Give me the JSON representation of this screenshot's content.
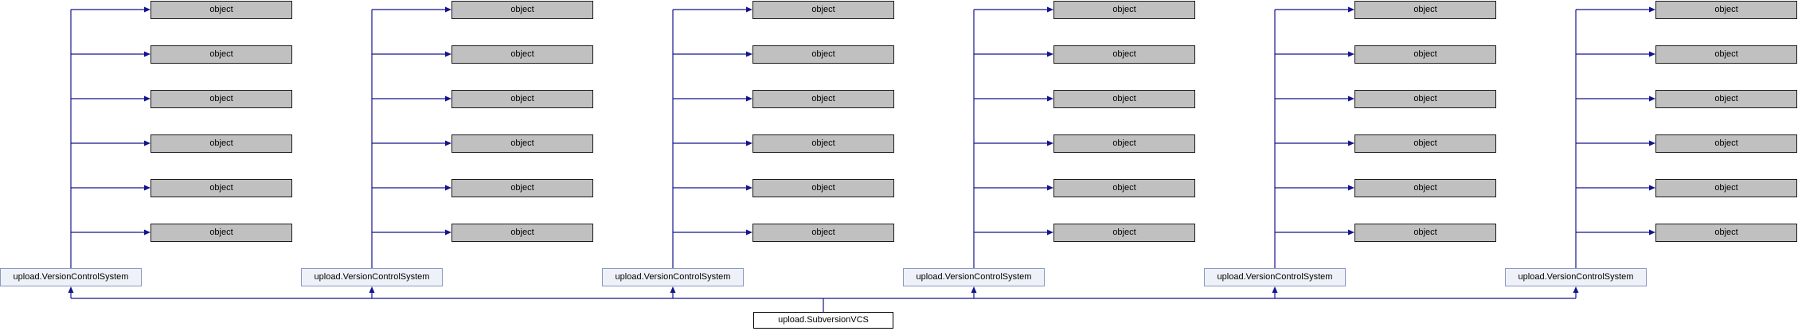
{
  "diagram": {
    "type": "class-inheritance-graph",
    "root": {
      "label": "upload.SubversionVCS"
    },
    "groups": [
      {
        "label": "upload.VersionControlSystem",
        "objects": [
          "object",
          "object",
          "object",
          "object",
          "object",
          "object"
        ]
      },
      {
        "label": "upload.VersionControlSystem",
        "objects": [
          "object",
          "object",
          "object",
          "object",
          "object",
          "object"
        ]
      },
      {
        "label": "upload.VersionControlSystem",
        "objects": [
          "object",
          "object",
          "object",
          "object",
          "object",
          "object"
        ]
      },
      {
        "label": "upload.VersionControlSystem",
        "objects": [
          "object",
          "object",
          "object",
          "object",
          "object",
          "object"
        ]
      },
      {
        "label": "upload.VersionControlSystem",
        "objects": [
          "object",
          "object",
          "object",
          "object",
          "object",
          "object"
        ]
      },
      {
        "label": "upload.VersionControlSystem",
        "objects": [
          "object",
          "object",
          "object",
          "object",
          "object",
          "object"
        ]
      }
    ],
    "colors": {
      "background": "#ffffff",
      "edge": "#14148c",
      "object_fill": "#c0c0c0",
      "object_border": "#1a1a1a",
      "class_fill": "#eef1f8",
      "class_border": "#8a99c3",
      "root_fill": "#ffffff",
      "root_border": "#000000"
    }
  }
}
